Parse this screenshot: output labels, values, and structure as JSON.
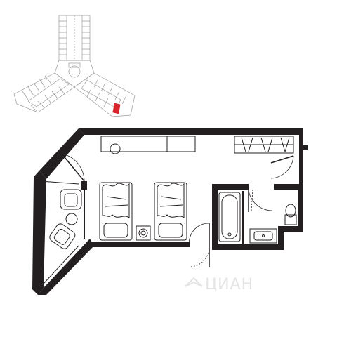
{
  "key_plan": {
    "highlight_color": "#d8242c",
    "line_color": "#9a9a9a"
  },
  "plan": {
    "wall_color": "#231f20",
    "line_color": "#231f20",
    "background": "#ffffff",
    "furniture": {
      "beds": 2,
      "armchairs": 2,
      "tables": 2
    }
  },
  "watermark": {
    "text": "ЦИАН",
    "icon": "cian-logo-icon",
    "color": "#e2e2e2"
  }
}
